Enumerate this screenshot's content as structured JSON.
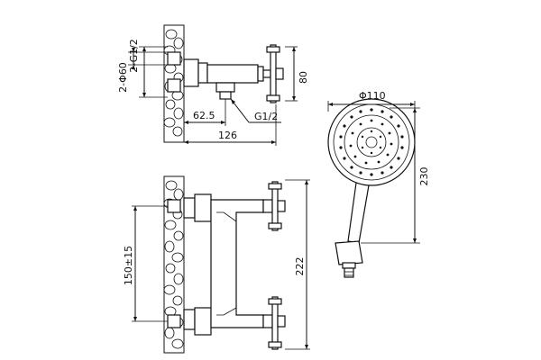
{
  "dimensions": {
    "thread_top": "2-G1/2",
    "pipe_dia": "2-Φ60",
    "height_80": "80",
    "offset_62_5": "62.5",
    "outlet_thread": "G1/2",
    "depth_126": "126",
    "center_150": "150±15",
    "height_222": "222",
    "head_dia": "Φ110",
    "length_230": "230"
  },
  "colors": {
    "line": "#111111",
    "background": "#ffffff"
  }
}
